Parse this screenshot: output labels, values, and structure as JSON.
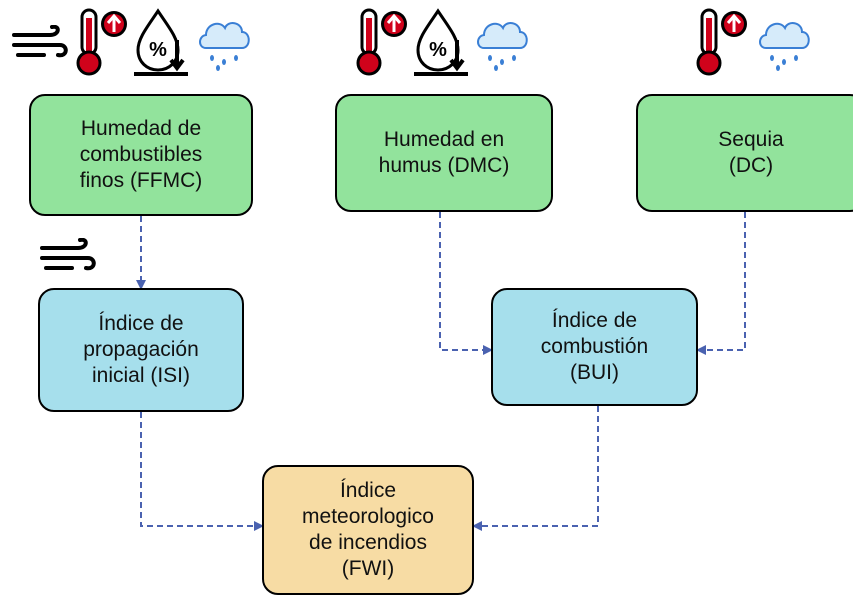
{
  "colors": {
    "fuel_moisture_box": "#92e39c",
    "index_box": "#a6dfec",
    "fwi_box": "#f7dca4",
    "arrow": "#4a62b0",
    "thermometer": "#d0021b",
    "rain_cloud": "#3a7fd5"
  },
  "boxes": {
    "ffmc": "Humedad de\ncombustibles\nfinos (FFMC)",
    "dmc": "Humedad en\nhumus (DMC)",
    "dc": "Sequia\n(DC)",
    "isi": "Índice de\npropagación\ninicial (ISI)",
    "bui": "Índice de\ncombustión\n(BUI)",
    "fwi": "Índice\nmeteorologico\nde incendios\n(FWI)"
  },
  "weather_inputs": {
    "ffmc": [
      "wind-icon",
      "temperature-icon",
      "humidity-icon",
      "rain-icon"
    ],
    "dmc": [
      "temperature-icon",
      "humidity-icon",
      "rain-icon"
    ],
    "dc": [
      "temperature-icon",
      "rain-icon"
    ],
    "isi": [
      "wind-icon"
    ]
  },
  "icon_labels": {
    "humidity": "%"
  }
}
